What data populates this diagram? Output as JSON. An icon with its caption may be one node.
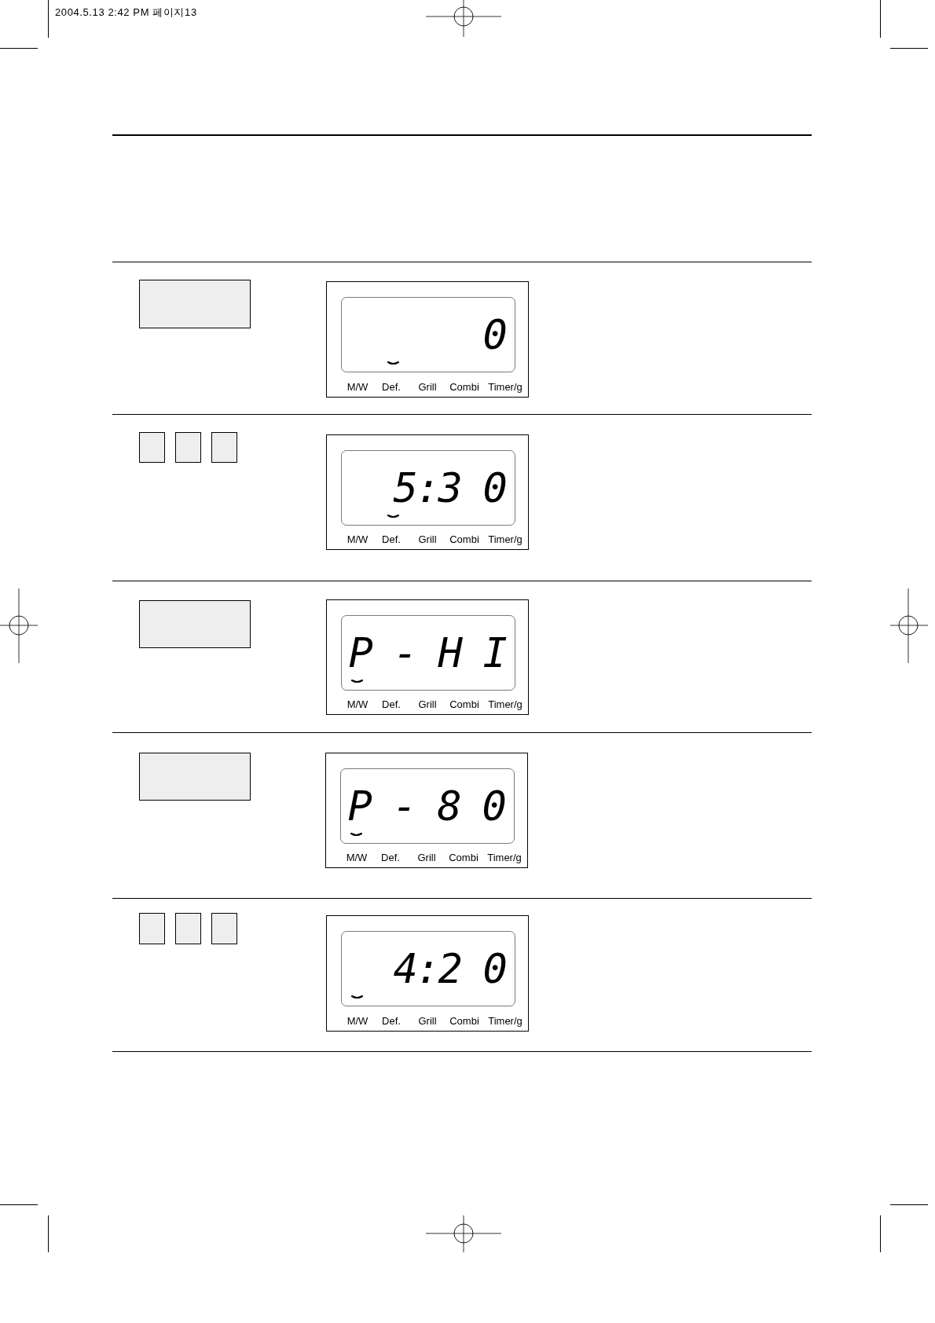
{
  "diagram": {
    "nodes": [
      {
        "text": [],
        "shape": "box"
      },
      {
        "text": [
          "M/W",
          "Def.",
          "Grill",
          "Combi",
          "Timer/g"
        ]
      },
      {
        "text": [
          "0"
        ],
        "in": 1
      },
      {
        "text": [],
        "shape": "box"
      },
      {
        "text": [],
        "shape": "box"
      },
      {
        "text": [],
        "shape": "box"
      },
      {
        "text": [
          "M/W",
          "Def.",
          "Grill",
          "Combi",
          "Timer/g"
        ]
      },
      {
        "text": [
          "5:3 0"
        ],
        "in": 6
      },
      {
        "text": [],
        "shape": "box"
      },
      {
        "text": [
          "M/W",
          "Def.",
          "Grill",
          "Combi",
          "Timer/g"
        ]
      },
      {
        "text": [
          "P - H I"
        ],
        "in": 9
      },
      {
        "text": [],
        "shape": "box"
      },
      {
        "text": [
          "M/W",
          "Def.",
          "Grill",
          "Combi",
          "Timer/g"
        ]
      },
      {
        "text": [
          "P - 8 0"
        ],
        "in": 12
      },
      {
        "text": [],
        "shape": "box"
      },
      {
        "text": [],
        "shape": "box"
      },
      {
        "text": [],
        "shape": "box"
      },
      {
        "text": [
          "M/W",
          "Def.",
          "Grill",
          "Combi",
          "Timer/g"
        ]
      },
      {
        "text": [
          "4:2 0"
        ],
        "in": 17
      }
    ],
    "labels": [
      "2004.5.13 2:42 PM 페이지13"
    ]
  }
}
